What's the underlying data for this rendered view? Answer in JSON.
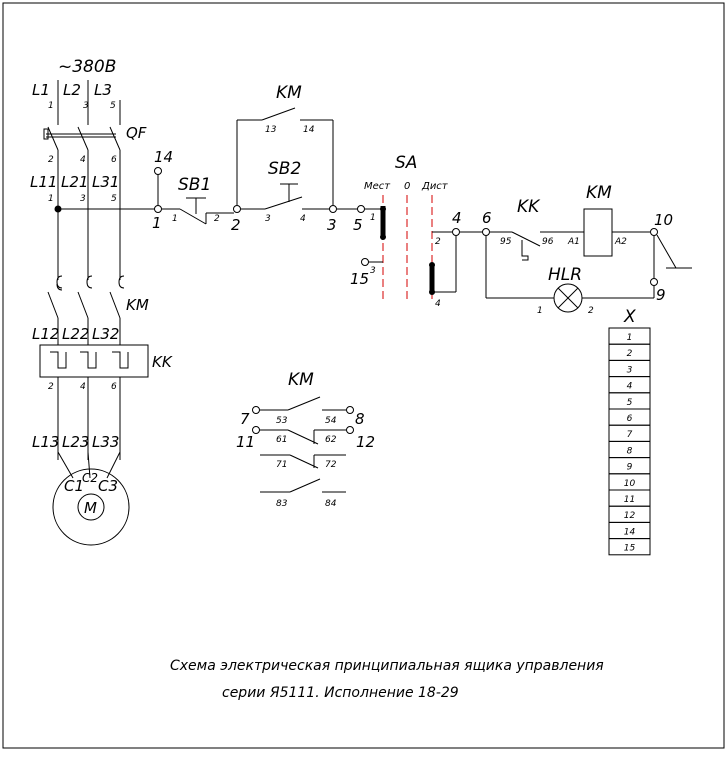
{
  "supply": {
    "voltage": "~380В",
    "phases": [
      "L1",
      "L2",
      "L3"
    ],
    "phase_terms": [
      "1",
      "3",
      "5"
    ]
  },
  "qf": {
    "label": "QF",
    "terms_out": [
      "2",
      "4",
      "6"
    ]
  },
  "bus": {
    "labels": [
      "L11",
      "L21",
      "L31"
    ],
    "terms": [
      "1",
      "3",
      "5"
    ]
  },
  "km_main": {
    "label": "KM",
    "labels": [
      "L12",
      "L22",
      "L32"
    ]
  },
  "kk_main": {
    "label": "KK",
    "terms": [
      "2",
      "4",
      "6"
    ]
  },
  "motor": {
    "wires": [
      "L13",
      "L23",
      "L33"
    ],
    "terms": [
      "C1",
      "C2",
      "C3"
    ],
    "label": "M"
  },
  "control": {
    "n14": "14",
    "n1": "1",
    "sb1": "SB1",
    "sb1_t1": "1",
    "sb1_t2": "2",
    "n2": "2",
    "sb2": "SB2",
    "sb2_t3": "3",
    "sb2_t4": "4",
    "n3": "3",
    "n5": "5",
    "km_hold": "KM",
    "km_hold_13": "13",
    "km_hold_14": "14",
    "sa": "SA",
    "sa_mest": "Мест",
    "sa_zero": "0",
    "sa_dist": "Дист",
    "sa_t1": "1",
    "sa_t2": "2",
    "sa_t3": "3",
    "sa_t4": "4",
    "n15": "15",
    "n4": "4",
    "n6": "6",
    "kk": "KK",
    "kk_95": "95",
    "kk_96": "96",
    "km_coil": "KM",
    "a1": "A1",
    "a2": "A2",
    "n10": "10",
    "n9": "9",
    "hlr": "HLR",
    "hlr_1": "1",
    "hlr_2": "2"
  },
  "aux": {
    "title": "KM",
    "n7": "7",
    "c53": "53",
    "c54": "54",
    "n8": "8",
    "n11": "11",
    "c61": "61",
    "c62": "62",
    "n12": "12",
    "c71": "71",
    "c72": "72",
    "c83": "83",
    "c84": "84"
  },
  "terminal_block": {
    "label": "X",
    "terms": [
      "1",
      "2",
      "3",
      "4",
      "5",
      "6",
      "7",
      "8",
      "9",
      "10",
      "11",
      "12",
      "14",
      "15"
    ]
  },
  "caption": {
    "line1": "Схема электрическая принципиальная ящика управления",
    "line2": "серии Я5111. Исполнение 18-29"
  }
}
